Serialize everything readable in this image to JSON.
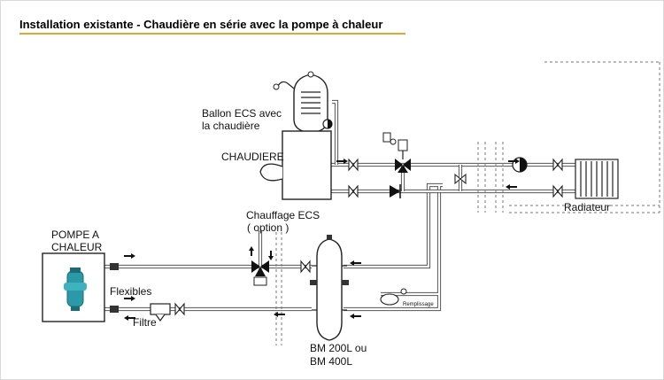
{
  "title": "Installation existante - Chaudière en série avec la pompe à chaleur",
  "colors": {
    "title_underline": "#e3a632",
    "heat_pump_body": "#2a9aa8",
    "pipe": "#555555"
  },
  "labels": {
    "pompe_line1": "POMPE A",
    "pompe_line2": "CHALEUR",
    "flexibles": "Flexibles",
    "filtre": "Filtre",
    "ballon_line1": "Ballon  ECS avec",
    "ballon_line2": "la chaudière",
    "chaudiere": "CHAUDIERE",
    "chauffage_line1": "Chauffage ECS",
    "chauffage_line2": "( option )",
    "radiateur": "Radiateur",
    "bm_line1": "BM 200L ou",
    "bm_line2": "BM 400L",
    "remplissage": "Remplissage"
  },
  "icons": [
    "heat-pump-icon",
    "circulator-pump-icon",
    "three-way-valve-icon",
    "check-valve-icon",
    "filter-icon",
    "expansion-vessel-icon",
    "radiator-icon"
  ]
}
